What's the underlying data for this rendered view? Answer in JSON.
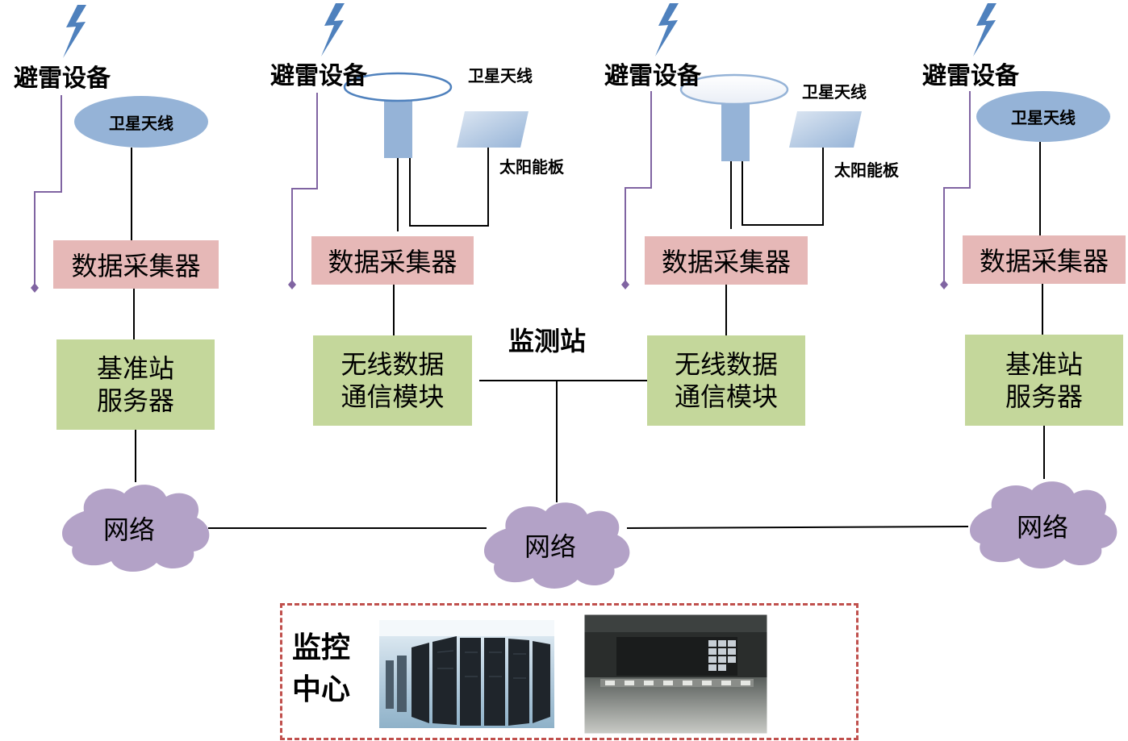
{
  "colors": {
    "collector_fill": "#e6b8b7",
    "module_fill": "#c4d79b",
    "cloud_fill": "#b3a2c7",
    "antenna_fill": "#95b3d7",
    "lightning": "#4f81bd",
    "ground_wire": "#8064a2",
    "monitor_border": "#c0504d"
  },
  "labels": {
    "arrester": "避雷设备",
    "satellite_antenna": "卫星天线",
    "solar_panel": "太阳能板",
    "data_collector": "数据采集器",
    "base_station_line1": "基准站",
    "base_station_line2": "服务器",
    "wireless_line1": "无线数据",
    "wireless_line2": "通信模块",
    "monitoring_station": "监测站",
    "network": "网络",
    "monitor_center_line1": "监控",
    "monitor_center_line2": "中心"
  },
  "icons": {
    "lightning": "lightning-bolt-icon",
    "ground": "ground-diamond-icon"
  },
  "photos": [
    "server-room-photo",
    "control-room-photo"
  ]
}
